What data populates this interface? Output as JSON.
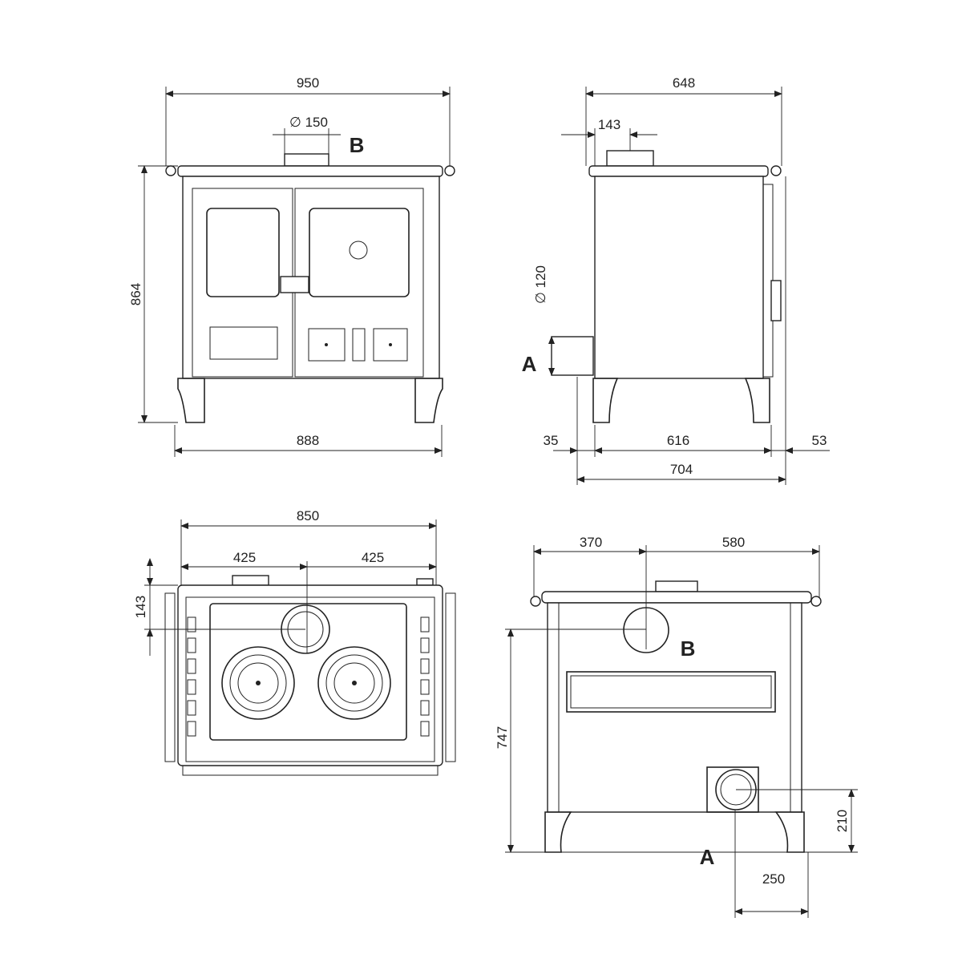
{
  "front_view": {
    "width_overall": "950",
    "flue_diameter": "∅ 150",
    "flue_label": "B",
    "height": "864",
    "width_base": "888"
  },
  "side_view": {
    "depth_overall": "648",
    "flue_offset": "143",
    "rear_flue_diameter": "∅ 120",
    "rear_flue_label": "A",
    "rear_offset": "35",
    "leg_span": "616",
    "front_offset": "53",
    "depth_base": "704"
  },
  "top_view": {
    "width": "850",
    "half_left": "425",
    "half_right": "425",
    "flue_offset": "143"
  },
  "rear_view": {
    "flue_left": "370",
    "flue_right": "580",
    "flue_label": "B",
    "flue_height": "747",
    "rear_flue_height": "210",
    "rear_flue_label": "A",
    "rear_flue_offset": "250"
  }
}
